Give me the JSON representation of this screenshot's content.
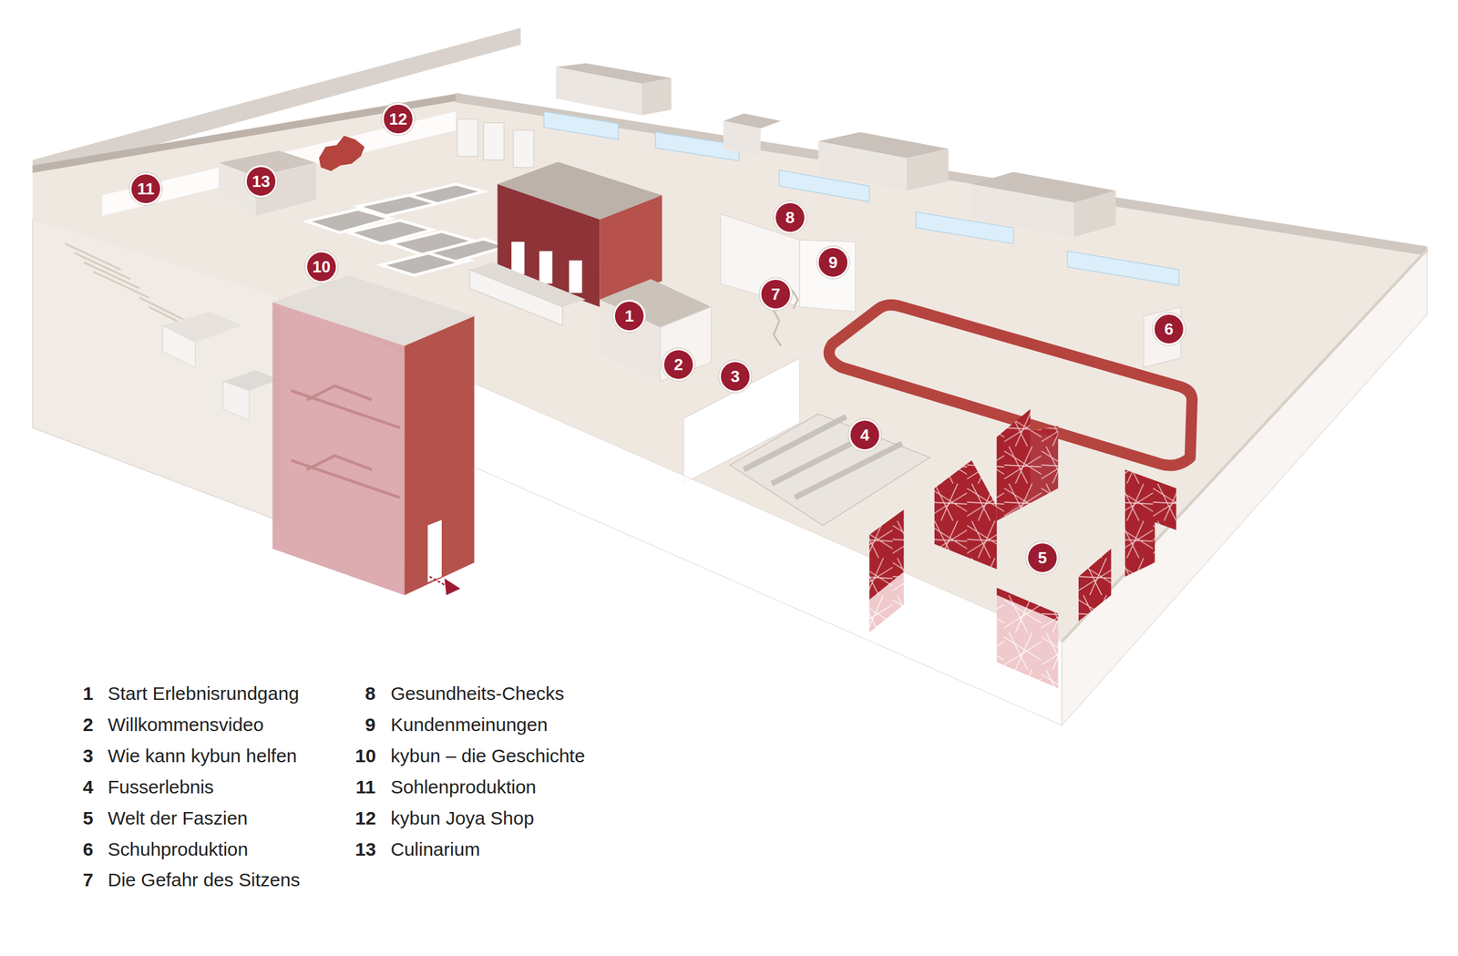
{
  "diagram": {
    "nodes": [
      {
        "text": [
          "1"
        ]
      },
      {
        "text": [
          "2"
        ]
      },
      {
        "text": [
          "3"
        ]
      },
      {
        "text": [
          "4"
        ]
      },
      {
        "text": [
          "5"
        ]
      },
      {
        "text": [
          "6"
        ]
      },
      {
        "text": [
          "7"
        ]
      },
      {
        "text": [
          "8"
        ]
      },
      {
        "text": [
          "9"
        ]
      },
      {
        "text": [
          "10"
        ]
      },
      {
        "text": [
          "11"
        ]
      },
      {
        "text": [
          "12"
        ]
      },
      {
        "text": [
          "13"
        ]
      }
    ],
    "labels": [
      "1",
      "Start Erlebnisrundgang",
      "2",
      "Willkommensvideo",
      "3",
      "Wie kann kybun helfen",
      "4",
      "Fusserlebnis",
      "5",
      "Welt der Faszien",
      "6",
      "Schuhproduktion",
      "7",
      "Die Gefahr des Sitzens",
      "8",
      "Gesundheits-Checks",
      "9",
      "Kundenmeinungen",
      "10",
      "kybun – die Geschichte",
      "11",
      "Sohlenproduktion",
      "12",
      "kybun Joya Shop",
      "13",
      "Culinarium"
    ]
  }
}
